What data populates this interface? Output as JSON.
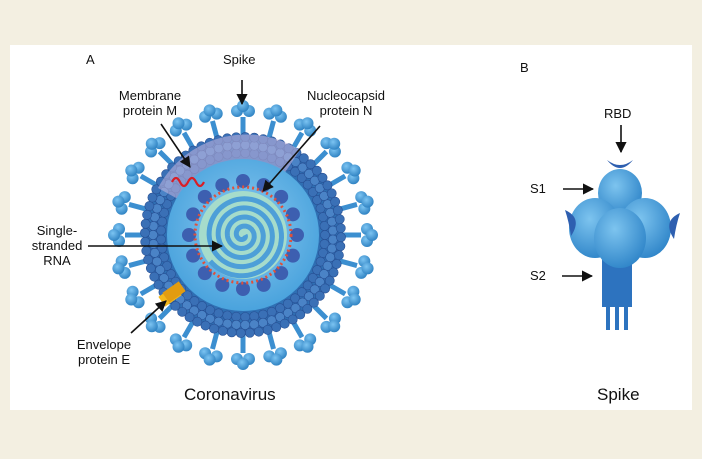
{
  "panel_a": {
    "letter": "A",
    "caption": "Coronavirus",
    "labels": {
      "spike": "Spike",
      "membrane_line1": "Membrane",
      "membrane_line2": "protein M",
      "nucleocapsid_line1": "Nucleocapsid",
      "nucleocapsid_line2": "protein N",
      "rna_line1": "Single-",
      "rna_line2": "stranded",
      "rna_line3": "RNA",
      "envelope_line1": "Envelope",
      "envelope_line2": "protein E"
    }
  },
  "panel_b": {
    "letter": "B",
    "caption": "Spike",
    "labels": {
      "rbd": "RBD",
      "s1": "S1",
      "s2": "S2"
    }
  },
  "colors": {
    "background": "#f3efe1",
    "virus_blue": "#2f7fc4",
    "envelope_lilac": "#b9a9d6",
    "inner_blue": "#6fb7e4",
    "spike_blue": "#3f9ad6",
    "rna_green": "#9dd7c2",
    "membrane_red": "#d91e26",
    "envelope_yellow": "#f3b81b"
  }
}
